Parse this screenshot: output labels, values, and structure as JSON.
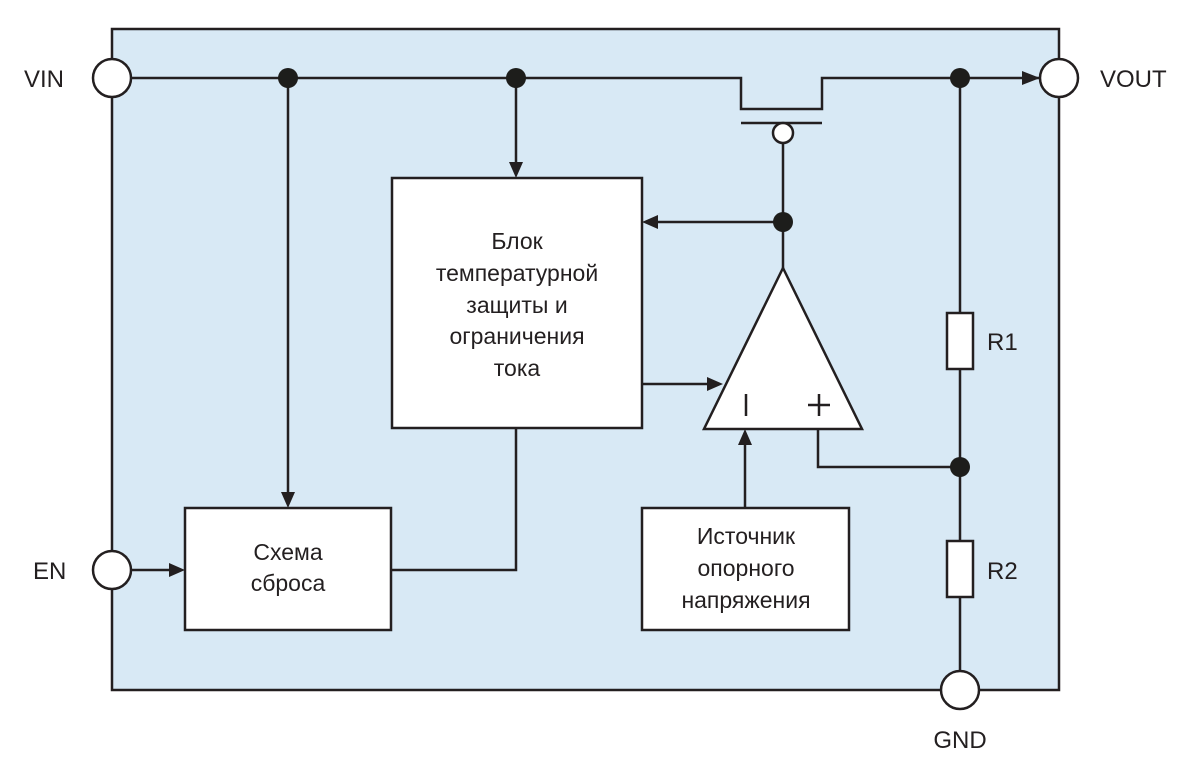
{
  "colors": {
    "chip_fill": "#d8e9f5",
    "line": "#231f20",
    "block_fill": "#ffffff"
  },
  "pins": {
    "vin": "VIN",
    "vout": "VOUT",
    "en": "EN",
    "gnd": "GND"
  },
  "blocks": {
    "protection": [
      "Блок",
      "температурной",
      "защиты и",
      "ограничения",
      "тока"
    ],
    "reset": [
      "Схема",
      "сброса"
    ],
    "reference": [
      "Источник",
      "опорного",
      "напряжения"
    ]
  },
  "opamp": {
    "inverting_symbol": "I",
    "noninverting_symbol": "+"
  },
  "resistors": {
    "r1": "R1",
    "r2": "R2"
  }
}
